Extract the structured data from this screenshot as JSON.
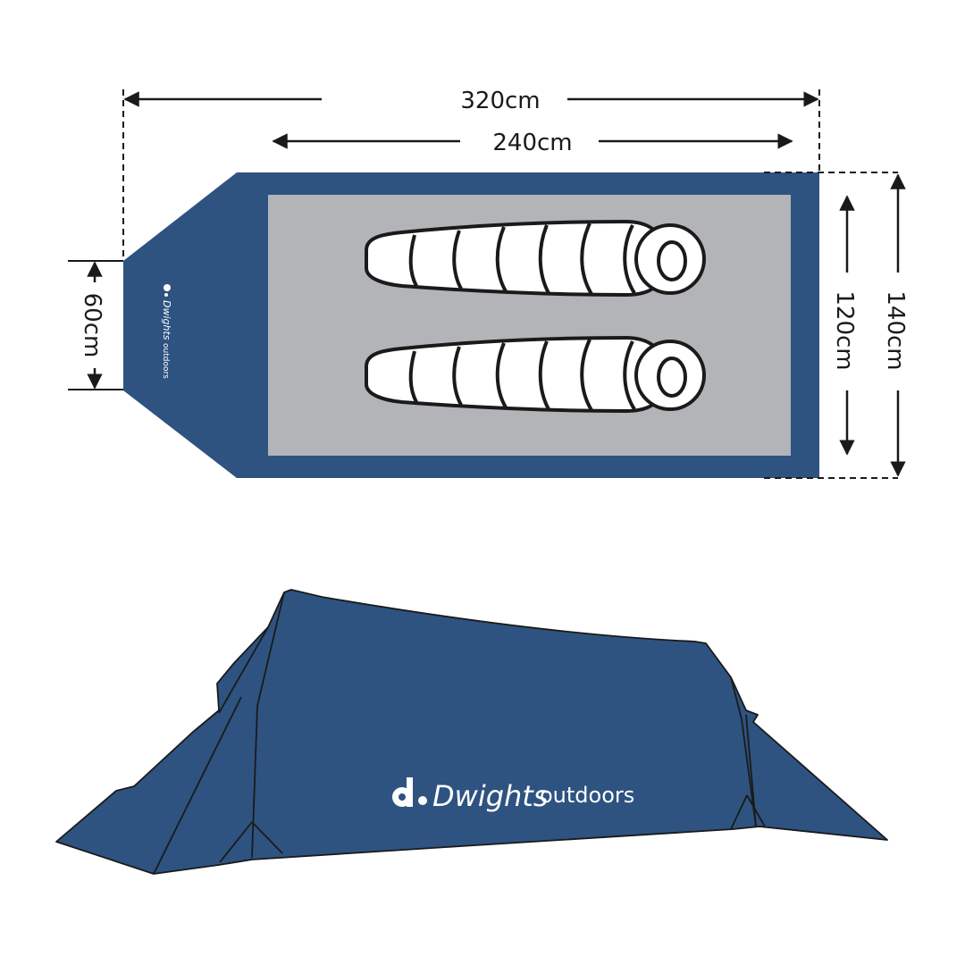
{
  "diagram": {
    "type": "tent-dimensions",
    "colors": {
      "tent_blue": "#2e5380",
      "floor_gray": "#b2b4b7",
      "line": "#1a1a1a",
      "bag_fill": "#ffffff"
    },
    "floor_plan": {
      "dimensions": {
        "total_length": "320cm",
        "inner_length": "240cm",
        "vestibule_width": "60cm",
        "inner_width": "120cm",
        "total_width": "140cm"
      },
      "sleeping_bags": 2,
      "floor_logo": {
        "mark": "d.",
        "brand": "Dwights",
        "suffix": "outdoors"
      }
    },
    "side_view": {
      "logo": {
        "mark": "d.",
        "brand": "Dwights",
        "suffix": "outdoors"
      }
    }
  }
}
